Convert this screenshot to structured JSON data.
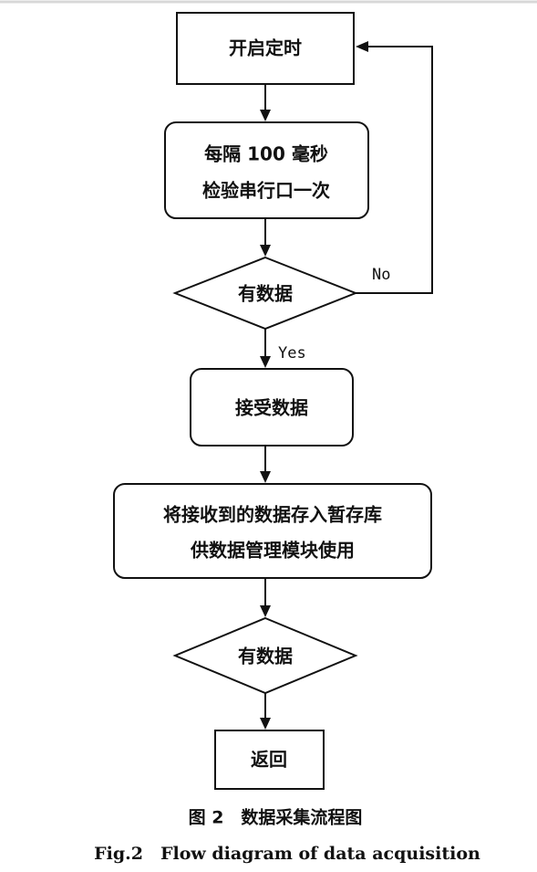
{
  "nodes": {
    "start": "开启定时",
    "poll_line1": "每隔 100 毫秒",
    "poll_line2": "检验串行口一次",
    "check1": "有数据",
    "receive": "接受数据",
    "store_line1": "将接收到的数据存入暂存库",
    "store_line2": "供数据管理模块使用",
    "check2": "有数据",
    "return": "返回"
  },
  "edges": {
    "no_label": "No",
    "yes_label": "Yes"
  },
  "caption": {
    "chinese": "图 2　数据采集流程图",
    "english": "Fig.2　Flow diagram of data acquisition"
  },
  "colors": {
    "stroke": "#111111",
    "background": "#ffffff"
  }
}
